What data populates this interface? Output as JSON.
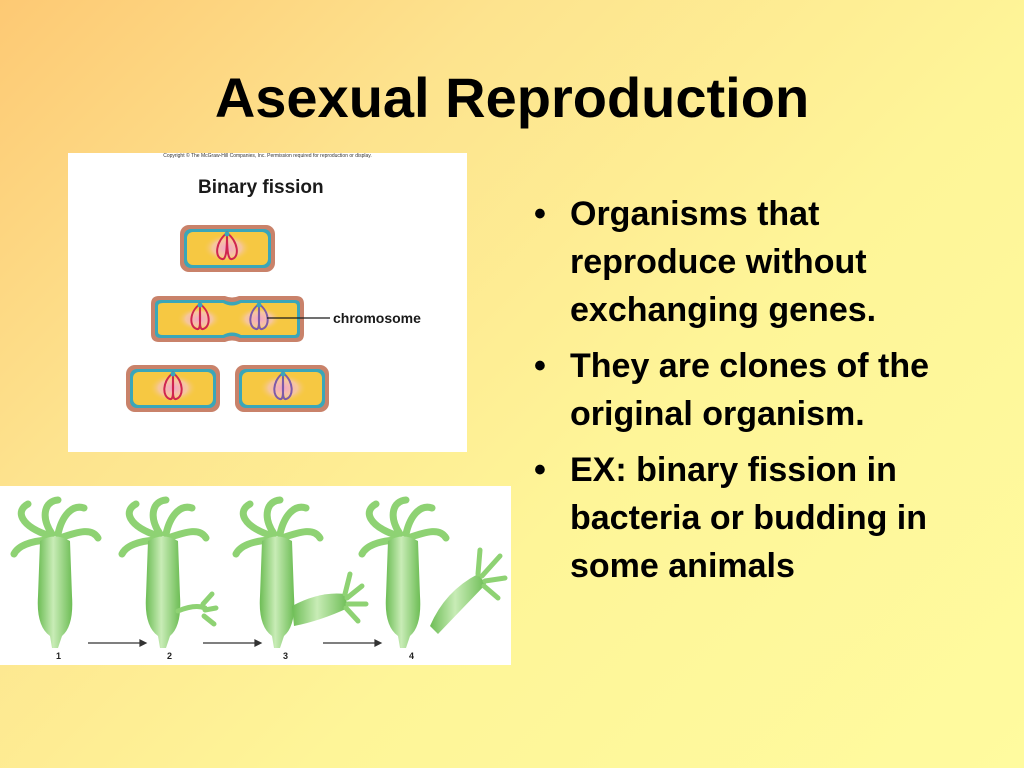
{
  "slide": {
    "title": "Asexual Reproduction",
    "figure_top": {
      "copyright": "Copyright © The McGraw-Hill Companies, Inc. Permission required for reproduction or display.",
      "heading": "Binary fission",
      "label_chromosome": "chromosome"
    },
    "figure_bottom": {
      "stages": [
        "1",
        "2",
        "3",
        "4"
      ]
    },
    "bullets": [
      "Organisms that reproduce without exchanging genes.",
      "They are clones of the original organism.",
      "EX:  binary fission in bacteria or budding in some animals"
    ],
    "bullet_glyph": "•",
    "colors": {
      "cell_wall": "#c9826a",
      "cell_membrane": "#3aa6b9",
      "cytoplasm": "#f6c842",
      "chromosome_red": "#d0254f",
      "chromosome_purple": "#7e5aa8",
      "hydra_green": "#8ed273"
    }
  }
}
